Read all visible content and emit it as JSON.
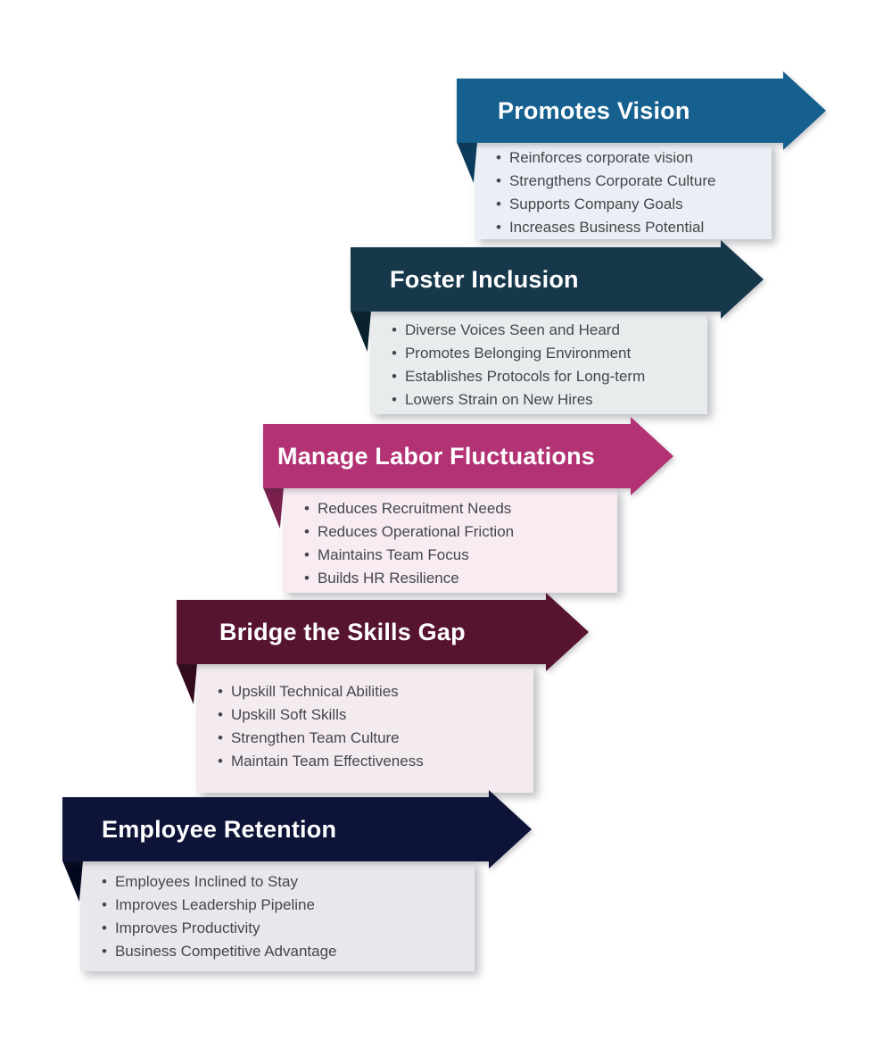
{
  "ui": {
    "bullet_char": "•",
    "canvas_background": "#ffffff",
    "title_color": "#ffffff",
    "bullet_text_color": "#43474c"
  },
  "sections": [
    {
      "id": "promotes-vision",
      "title": "Promotes Vision",
      "arrow_color": "#15608e",
      "fold_color": "#0c3c5c",
      "box_color": "#e9eff4",
      "bullets": [
        "Reinforces corporate vision",
        "Strengthens Corporate Culture",
        "Supports Company Goals",
        "Increases Business Potential"
      ]
    },
    {
      "id": "foster-inclusion",
      "title": "Foster Inclusion",
      "arrow_color": "#16384a",
      "fold_color": "#0a222e",
      "box_color": "#e9eced",
      "bullets": [
        "Diverse Voices Seen and Heard",
        "Promotes Belonging Environment",
        "Establishes Protocols for Long-term",
        "Lowers Strain on New Hires"
      ]
    },
    {
      "id": "manage-labor-fluctuations",
      "title": "Manage Labor Fluctuations",
      "arrow_color": "#b23274",
      "fold_color": "#7b1f4f",
      "box_color": "#f8ebf2",
      "bullets": [
        "Reduces Recruitment Needs",
        "Reduces Operational Friction",
        "Maintains Team Focus",
        "Builds HR Resilience"
      ]
    },
    {
      "id": "bridge-the-skills-gap",
      "title": "Bridge the Skills Gap",
      "arrow_color": "#571431",
      "fold_color": "#330a1d",
      "box_color": "#f3ebef",
      "bullets": [
        "Upskill Technical Abilities",
        "Upskill Soft Skills",
        "Strengthen Team Culture",
        "Maintain Team Effectiveness"
      ]
    },
    {
      "id": "employee-retention",
      "title": "Employee Retention",
      "arrow_color": "#0d1437",
      "fold_color": "#04081c",
      "box_color": "#e8e8ec",
      "bullets": [
        "Employees Inclined to Stay",
        "Improves Leadership Pipeline",
        "Improves Productivity",
        "Business Competitive Advantage"
      ]
    }
  ]
}
